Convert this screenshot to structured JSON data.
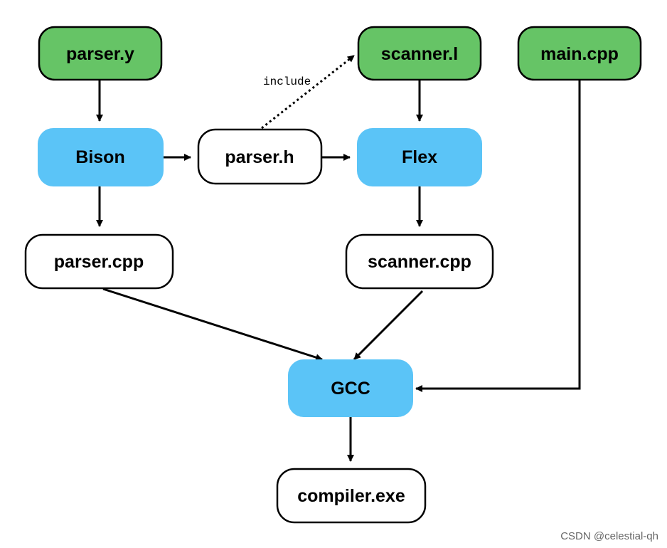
{
  "colors": {
    "source": "#66c466",
    "tool": "#5bc4f7",
    "generated": "#ffffff",
    "line": "#000000"
  },
  "nodes": {
    "parser_y": {
      "label": "parser.y",
      "kind": "source"
    },
    "scanner_l": {
      "label": "scanner.l",
      "kind": "source"
    },
    "main_cpp": {
      "label": "main.cpp",
      "kind": "source"
    },
    "bison": {
      "label": "Bison",
      "kind": "tool"
    },
    "parser_h": {
      "label": "parser.h",
      "kind": "generated"
    },
    "flex": {
      "label": "Flex",
      "kind": "tool"
    },
    "parser_cpp": {
      "label": "parser.cpp",
      "kind": "generated"
    },
    "scanner_cpp": {
      "label": "scanner.cpp",
      "kind": "generated"
    },
    "gcc": {
      "label": "GCC",
      "kind": "tool"
    },
    "compiler_exe": {
      "label": "compiler.exe",
      "kind": "generated"
    }
  },
  "edges": [
    {
      "from": "parser_y",
      "to": "bison",
      "style": "solid"
    },
    {
      "from": "bison",
      "to": "parser_h",
      "style": "solid"
    },
    {
      "from": "parser_h",
      "to": "flex",
      "style": "solid"
    },
    {
      "from": "parser_h",
      "to": "scanner_l",
      "style": "dotted",
      "label": "include"
    },
    {
      "from": "scanner_l",
      "to": "flex",
      "style": "solid"
    },
    {
      "from": "bison",
      "to": "parser_cpp",
      "style": "solid"
    },
    {
      "from": "flex",
      "to": "scanner_cpp",
      "style": "solid"
    },
    {
      "from": "parser_cpp",
      "to": "gcc",
      "style": "solid"
    },
    {
      "from": "scanner_cpp",
      "to": "gcc",
      "style": "solid"
    },
    {
      "from": "main_cpp",
      "to": "gcc",
      "style": "solid"
    },
    {
      "from": "gcc",
      "to": "compiler_exe",
      "style": "solid"
    }
  ],
  "watermark": "CSDN @celestial-qh"
}
